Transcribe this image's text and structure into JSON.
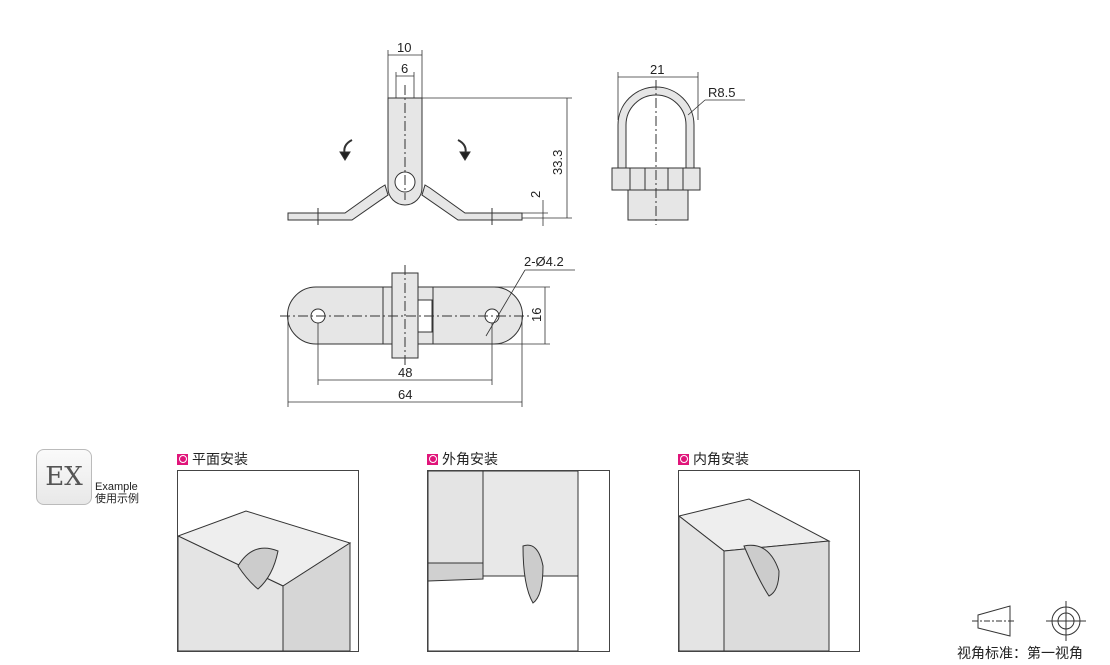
{
  "dimensions": {
    "front_width_outer": "10",
    "front_width_inner": "6",
    "front_height": "33.3",
    "plate_thickness": "2",
    "side_width": "21",
    "side_radius": "R8.5",
    "hole_spec": "2-Ø4.2",
    "plate_width": "16",
    "hole_pitch": "48",
    "overall_length": "64"
  },
  "example": {
    "logo": "EX",
    "label_en": "Example",
    "label_cn": "使用示例"
  },
  "panels": [
    {
      "title": "平面安装"
    },
    {
      "title": "外角安装"
    },
    {
      "title": "内角安装"
    }
  ],
  "projection": {
    "label": "视角标准：第一视角"
  },
  "colors": {
    "accent": "#e0157a",
    "part_fill": "#e6e6e6",
    "line": "#333333"
  }
}
